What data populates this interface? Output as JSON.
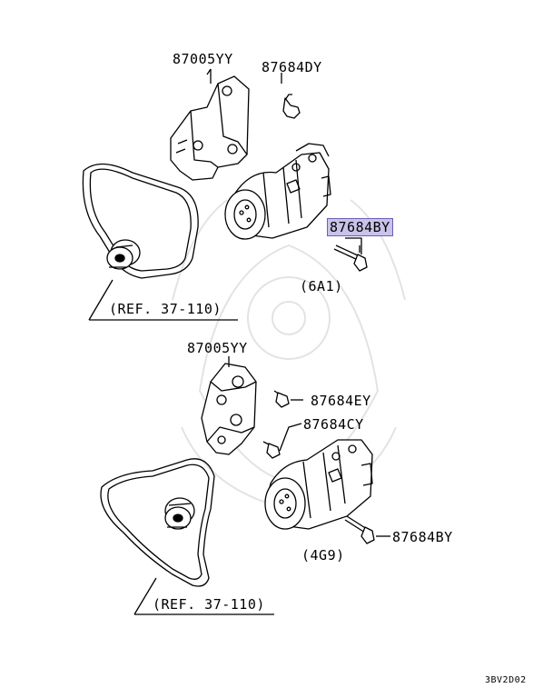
{
  "labels": {
    "top_bracket": "87005YY",
    "top_bolt": "87684DY",
    "top_bolt_long": "87684BY",
    "top_engine": "(6A1)",
    "top_ref": "(REF. 37-110)",
    "bot_bracket": "87005YY",
    "bot_bolt_e": "87684EY",
    "bot_bolt_c": "87684CY",
    "bot_bolt_long": "87684BY",
    "bot_engine": "(4G9)",
    "bot_ref": "(REF. 37-110)"
  },
  "diagram_code": "3BV2D02",
  "highlight_color": "#c9c3ea"
}
